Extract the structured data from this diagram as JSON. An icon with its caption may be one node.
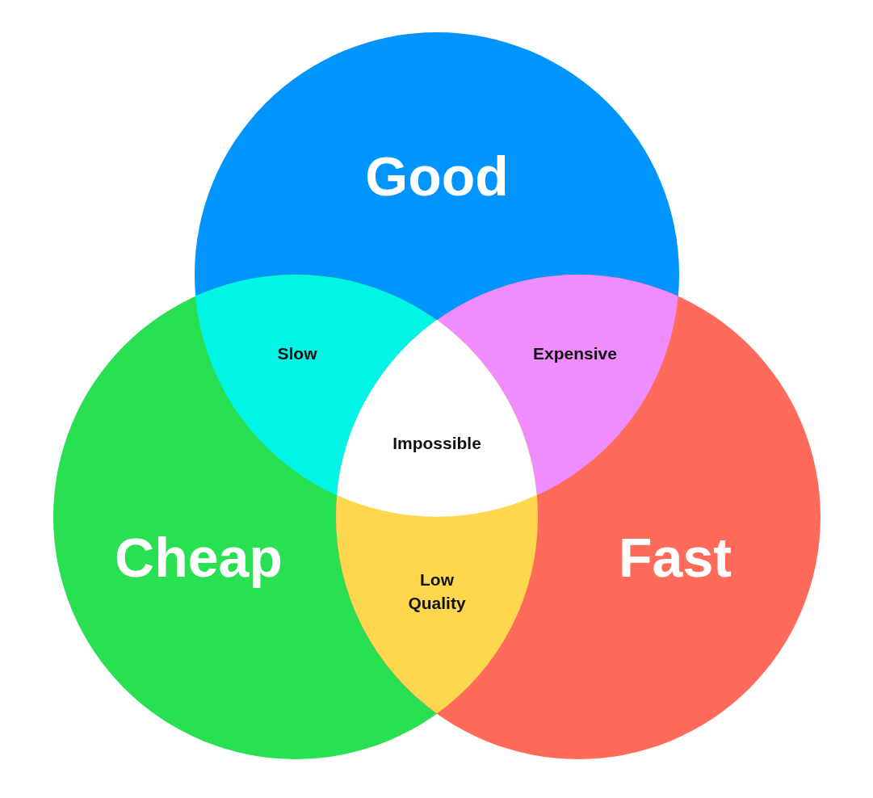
{
  "diagram": {
    "nodes": [
      {
        "text": [
          "Good"
        ]
      },
      {
        "text": [
          "Slow"
        ]
      },
      {
        "text": [
          "Expensive"
        ]
      },
      {
        "text": [
          "Impossible"
        ]
      },
      {
        "text": [
          "Cheap"
        ]
      },
      {
        "text": [
          "Low Quality"
        ]
      },
      {
        "text": [
          "Fast"
        ]
      }
    ]
  }
}
